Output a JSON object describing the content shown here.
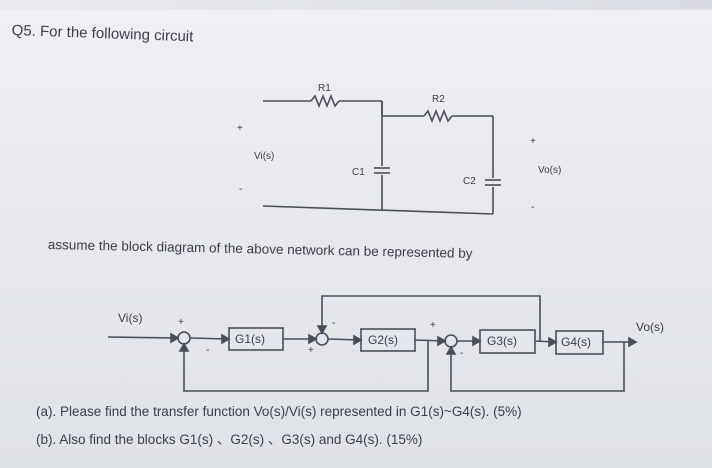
{
  "question": {
    "number_title": "Q5.  For the following circuit",
    "assume_text": "assume the block diagram of the above network can be represented by",
    "part_a": "(a). Please find the transfer function Vo(s)/Vi(s) represented in G1(s)~G4(s). (5%)",
    "part_b": "(b). Also find the blocks G1(s)  、G2(s)  、G3(s) and G4(s). (15%)"
  },
  "circuit": {
    "r1": "R1",
    "r2": "R2",
    "c1": "C1",
    "c2": "C2",
    "vi": "Vi(s)",
    "vo": "Vo(s)",
    "plus_in": "+",
    "minus_in": "-",
    "plus_out": "+",
    "minus_out": "-"
  },
  "block_diagram": {
    "input": "Vi(s)",
    "output": "Vo(s)",
    "blocks": [
      "G1(s)",
      "G2(s)",
      "G3(s)",
      "G4(s)"
    ],
    "signs": {
      "sum1_plus": "+",
      "sum1_minus": "-",
      "sum2_plus": "+",
      "sum2_minus": "-",
      "sum3_plus": "+",
      "sum3_minus": "-"
    }
  },
  "colors": {
    "ink": "#3a3e48",
    "paper": "#e8eaee"
  }
}
